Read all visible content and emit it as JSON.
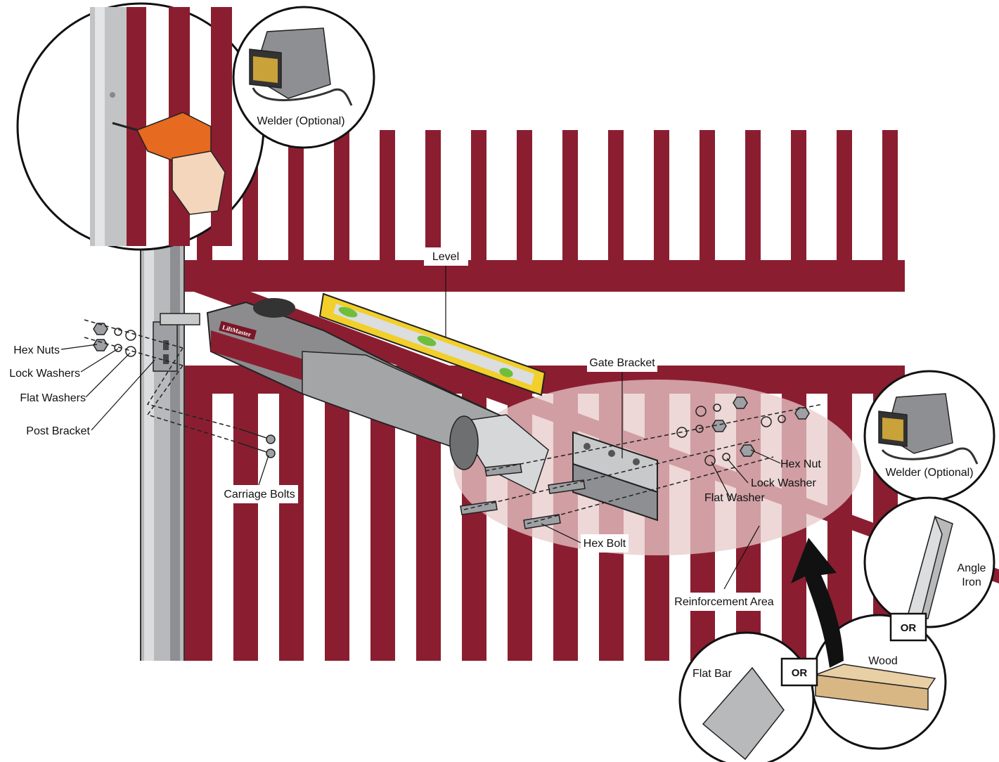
{
  "labels": {
    "level": "Level",
    "gate_bracket": "Gate Bracket",
    "hex_nuts": "Hex Nuts",
    "lock_washers": "Lock Washers",
    "flat_washers": "Flat Washers",
    "post_bracket": "Post Bracket",
    "carriage_bolts": "Carriage Bolts",
    "hex_nut": "Hex Nut",
    "lock_washer": "Lock Washer",
    "flat_washer": "Flat Washer",
    "hex_bolt": "Hex Bolt",
    "reinforcement_area": "Reinforcement Area",
    "welder_top": "Welder (Optional)",
    "welder_right": "Welder (Optional)",
    "angle": "Angle",
    "iron": "Iron",
    "wood": "Wood",
    "flat_bar": "Flat Bar",
    "or_1": "OR",
    "or_2": "OR",
    "logo": "LiftMaster"
  },
  "colors": {
    "gate": "#8a1e30",
    "post": "#b8b9bb",
    "operator": "#8c8c8e",
    "level_frame": "#f2cf2a",
    "drill": "#e66a1f",
    "reinforce_overlay": "#e7c9c9"
  }
}
